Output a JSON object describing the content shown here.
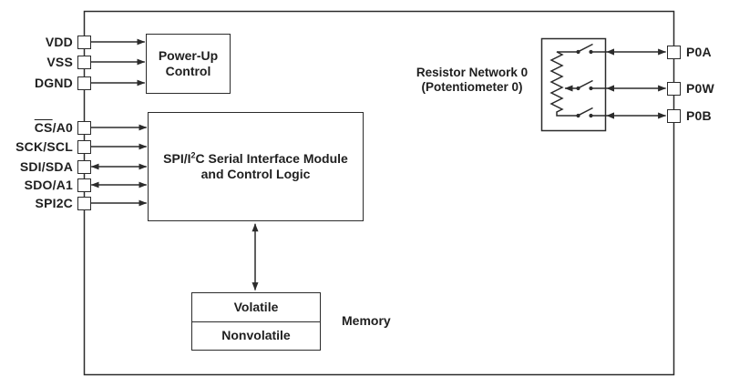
{
  "colors": {
    "line": "#2b2b2b",
    "text": "#1f1f1f",
    "background": "#ffffff"
  },
  "pins_left": [
    {
      "label": "VDD"
    },
    {
      "label": "VSS"
    },
    {
      "label": "DGND"
    },
    {
      "label_bar": "CS",
      "label_rest": "/A0"
    },
    {
      "label": "SCK/SCL"
    },
    {
      "label": "SDI/SDA"
    },
    {
      "label": "SDO/A1"
    },
    {
      "label": "SPI2C"
    }
  ],
  "pins_right": [
    {
      "label": "P0A"
    },
    {
      "label": "P0W"
    },
    {
      "label": "P0B"
    }
  ],
  "power_up_block": {
    "line1": "Power-Up",
    "line2": "Control"
  },
  "serial_block": {
    "line1_pre": "SPI/I",
    "line1_sup": "2",
    "line1_post": "C Serial Interface Module",
    "line2": "and Control Logic"
  },
  "memory_block": {
    "volatile": "Volatile",
    "nonvolatile": "Nonvolatile",
    "caption": "Memory"
  },
  "resistor_network": {
    "title_line1": "Resistor Network 0",
    "title_line2": "(Potentiometer 0)"
  }
}
